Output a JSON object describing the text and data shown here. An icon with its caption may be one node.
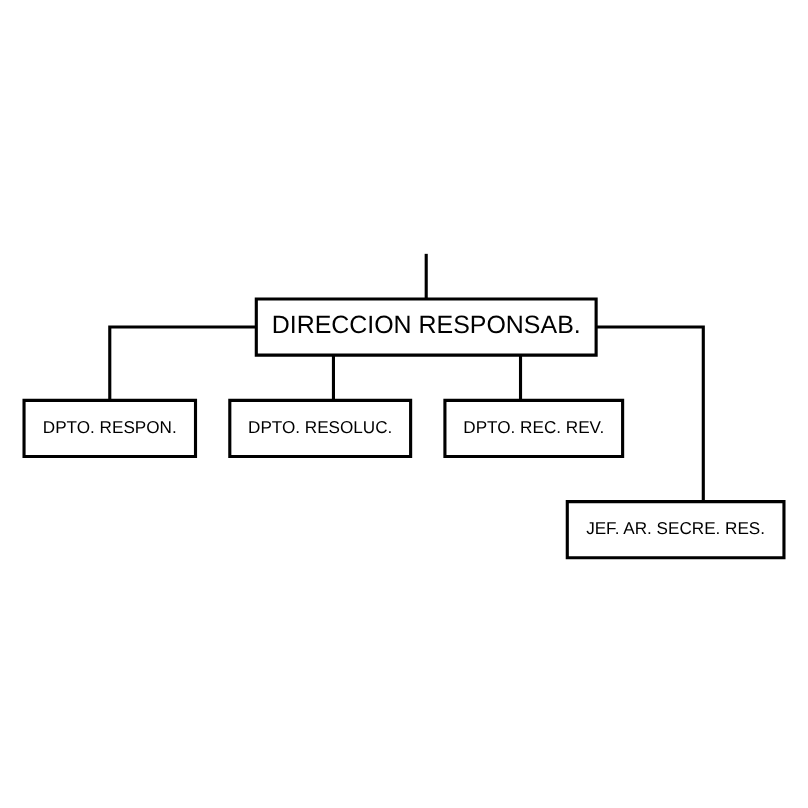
{
  "diagram": {
    "nodes": [
      {
        "text": [
          "DIRECCION RESPONSAB."
        ]
      },
      {
        "text": [
          "DPTO. RESPON."
        ]
      },
      {
        "text": [
          "DPTO. RESOLUC."
        ]
      },
      {
        "text": [
          "DPTO. REC. REV."
        ]
      },
      {
        "text": [
          "JEF. AR. SECRE. RES."
        ]
      }
    ],
    "edges": [
      {
        "from": null,
        "to": 0,
        "arrow": "none"
      },
      {
        "from": 0,
        "to": 1,
        "arrow": "none"
      },
      {
        "from": 0,
        "to": 2,
        "arrow": "none"
      },
      {
        "from": 0,
        "to": 3,
        "arrow": "none"
      },
      {
        "from": 0,
        "to": 4,
        "arrow": "none"
      }
    ]
  }
}
